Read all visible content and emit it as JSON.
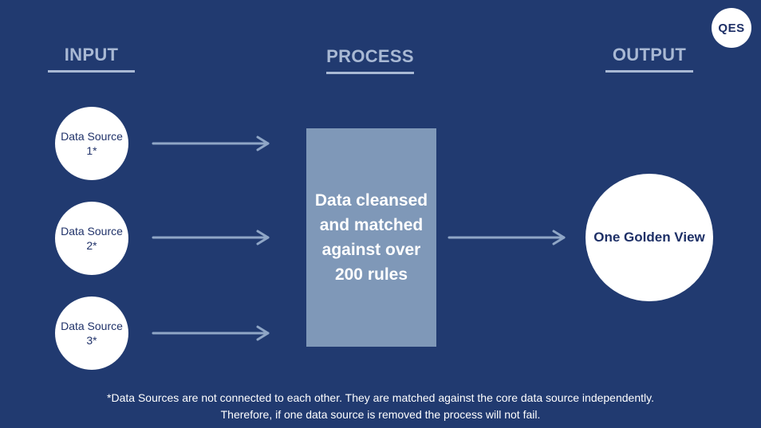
{
  "headings": {
    "input": "INPUT",
    "process": "PROCESS",
    "output": "OUTPUT"
  },
  "sources": [
    {
      "line1": "Data Source",
      "line2": "1*"
    },
    {
      "line1": "Data Source",
      "line2": "2*"
    },
    {
      "line1": "Data Source",
      "line2": "3*"
    }
  ],
  "process_text": "Data cleansed and matched against over 200 rules",
  "output_text": "One Golden View",
  "logo_text": "QES",
  "footnote": {
    "line1": "*Data Sources are not connected to each other. They are matched against the core data source independently.",
    "line2": "Therefore, if one data source is removed the process will not fail."
  },
  "colors": {
    "background": "#213a70",
    "heading": "#a9b9d4",
    "arrow": "#8fa6c6",
    "process_box": "#7f98b8"
  }
}
